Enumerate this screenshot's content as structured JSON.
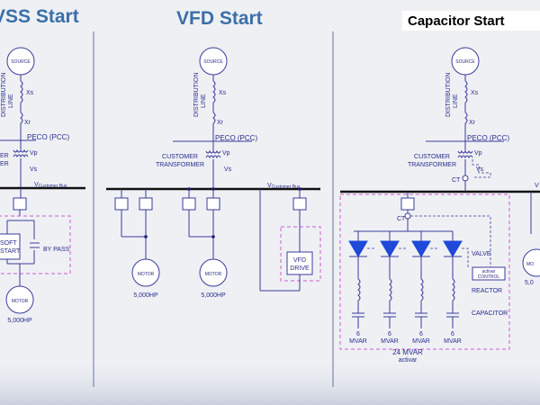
{
  "titles": {
    "left": "VSS Start",
    "middle": "VFD Start",
    "right": "Capacitor Start"
  },
  "labels": {
    "source": "SOURCE",
    "distribution_line": [
      "DISTRIBUTION",
      "LINE"
    ],
    "xs": "Xs",
    "xr": "Xr",
    "peco": "PECO (PCC)",
    "vp": "Vp",
    "vs": "Vs",
    "customer_transformer": [
      "CUSTOMER",
      "TRANSFORMER"
    ],
    "customer_transformer_partial": [
      "ER",
      "ER"
    ],
    "v_customer_bus": "V",
    "customer_bus_sub": "Customer Bus",
    "soft_start": [
      "SOFT",
      "START"
    ],
    "by_pass": "BY PASS",
    "motor": "MOTOR",
    "motor_hp": "5,000HP",
    "vfd_drive": [
      "VFD",
      "DRIVE"
    ],
    "ct": "CT",
    "valve": "VALVE",
    "activar_control": [
      "activar",
      "CONTROL"
    ],
    "reactor": "REACTOR",
    "capacitor": "CAPACITOR",
    "cap_rating": [
      "6",
      "MVAR"
    ],
    "total_rating": "24 MVAR",
    "brand": "activar",
    "right_partial_v": "V",
    "right_partial_mo": "MO"
  },
  "colors": {
    "title_blue": "#3a6fa8",
    "wire": "#3a3d9a",
    "pink_dash": "#d05ad0",
    "thyristor_blue": "#1f49d8",
    "background": "#eef0f4"
  }
}
